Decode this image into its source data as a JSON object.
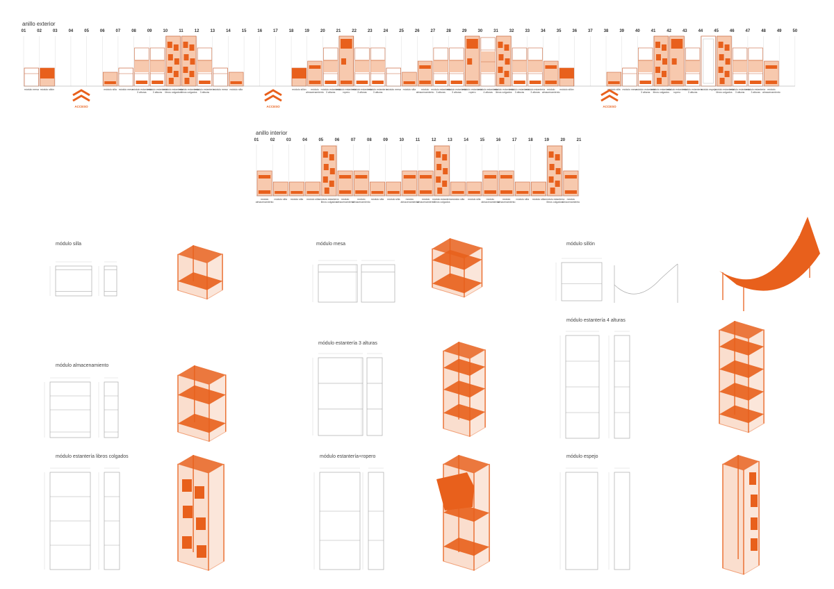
{
  "colors": {
    "accent": "#e8601c",
    "accent_light": "#f7c9ae",
    "line": "#999999",
    "ink": "#333333"
  },
  "outer": {
    "title": "anillo exterior",
    "numbers": [
      "01",
      "02",
      "03",
      "04",
      "05",
      "06",
      "07",
      "08",
      "09",
      "10",
      "11",
      "12",
      "13",
      "14",
      "15",
      "16",
      "17",
      "18",
      "19",
      "20",
      "21",
      "22",
      "23",
      "24",
      "25",
      "26",
      "27",
      "28",
      "29",
      "30",
      "31",
      "32",
      "33",
      "34",
      "35",
      "36",
      "37",
      "38",
      "39",
      "40",
      "41",
      "42",
      "43",
      "44",
      "45",
      "46",
      "47",
      "48",
      "49",
      "50"
    ],
    "access_label": "ACCESO",
    "module_labels": [
      {
        "col": 1,
        "text": "módulo mesa"
      },
      {
        "col": 2,
        "text": "módulo sillón"
      },
      {
        "col": 6,
        "text": "módulo silla"
      },
      {
        "col": 7,
        "text": "módulo mesa"
      },
      {
        "col": 8,
        "text": "módulo estantería 3 alturas"
      },
      {
        "col": 9,
        "text": "módulo estantería 3 alturas"
      },
      {
        "col": 10,
        "text": "módulo estantería libros colgados"
      },
      {
        "col": 11,
        "text": "módulo estantería libros colgados"
      },
      {
        "col": 12,
        "text": "módulo estantería 3 alturas"
      },
      {
        "col": 13,
        "text": "módulo mesa"
      },
      {
        "col": 14,
        "text": "módulo silla"
      },
      {
        "col": 18,
        "text": "módulo sillón"
      },
      {
        "col": 19,
        "text": "módulo almacenamiento"
      },
      {
        "col": 20,
        "text": "módulo estantería 3 alturas"
      },
      {
        "col": 21,
        "text": "módulo estantería ropero"
      },
      {
        "col": 22,
        "text": "módulo estantería 3 alturas"
      },
      {
        "col": 23,
        "text": "módulo estantería 3 alturas"
      },
      {
        "col": 24,
        "text": "módulo mesa"
      },
      {
        "col": 25,
        "text": "módulo silla"
      },
      {
        "col": 26,
        "text": "módulo almacenamiento"
      },
      {
        "col": 27,
        "text": "módulo estantería 3 alturas"
      },
      {
        "col": 28,
        "text": "módulo estantería 3 alturas"
      },
      {
        "col": 29,
        "text": "módulo estantería ropero"
      },
      {
        "col": 30,
        "text": "módulo estantería 4 alturas"
      },
      {
        "col": 31,
        "text": "módulo estantería libros colgados"
      },
      {
        "col": 32,
        "text": "módulo estantería 3 alturas"
      },
      {
        "col": 33,
        "text": "módulo estantería 3 alturas"
      },
      {
        "col": 34,
        "text": "módulo almacenamiento"
      },
      {
        "col": 35,
        "text": "módulo sillón"
      },
      {
        "col": 38,
        "text": "módulo silla"
      },
      {
        "col": 39,
        "text": "módulo mesa"
      },
      {
        "col": 40,
        "text": "módulo estantería 3 alturas"
      },
      {
        "col": 41,
        "text": "módulo estantería libros colgados"
      },
      {
        "col": 42,
        "text": "módulo estantería ropero"
      },
      {
        "col": 43,
        "text": "módulo estantería 3 alturas"
      },
      {
        "col": 44,
        "text": "módulo espejo"
      },
      {
        "col": 45,
        "text": "módulo estantería libros colgados"
      },
      {
        "col": 46,
        "text": "módulo estantería 3 alturas"
      },
      {
        "col": 47,
        "text": "módulo estantería 3 alturas"
      },
      {
        "col": 48,
        "text": "módulo almacenamiento"
      }
    ]
  },
  "inner": {
    "title": "anillo interior",
    "numbers": [
      "01",
      "02",
      "03",
      "04",
      "05",
      "06",
      "07",
      "08",
      "09",
      "10",
      "11",
      "12",
      "13",
      "14",
      "15",
      "16",
      "17",
      "18",
      "19",
      "20",
      "21"
    ],
    "module_labels": [
      {
        "col": 0,
        "text": "módulo almacenamiento"
      },
      {
        "col": 1,
        "text": "módulo silla"
      },
      {
        "col": 2,
        "text": "módulo silla"
      },
      {
        "col": 3,
        "text": "módulo silla"
      },
      {
        "col": 4,
        "text": "módulo estantería libros colgados"
      },
      {
        "col": 5,
        "text": "módulo almacenamiento"
      },
      {
        "col": 6,
        "text": "módulo almacenamiento"
      },
      {
        "col": 7,
        "text": "módulo silla"
      },
      {
        "col": 8,
        "text": "módulo silla"
      },
      {
        "col": 9,
        "text": "módulo almacenamiento"
      },
      {
        "col": 10,
        "text": "módulo almacenamiento"
      },
      {
        "col": 11,
        "text": "módulo estantería libros colgados"
      },
      {
        "col": 12,
        "text": "módulo silla"
      },
      {
        "col": 13,
        "text": "módulo silla"
      },
      {
        "col": 14,
        "text": "módulo almacenamiento"
      },
      {
        "col": 15,
        "text": "módulo almacenamiento"
      },
      {
        "col": 16,
        "text": "módulo silla"
      },
      {
        "col": 17,
        "text": "módulo silla"
      },
      {
        "col": 18,
        "text": "módulo estantería libros colgados"
      },
      {
        "col": 19,
        "text": "módulo almacenamiento"
      }
    ]
  },
  "modules": {
    "silla": "módulo silla",
    "mesa": "módulo mesa",
    "sillon": "módulo sillón",
    "almacenamiento": "módulo almacenamiento",
    "estanteria3": "módulo estantería 3 alturas",
    "estanteria4": "módulo estantería 4 alturas",
    "libros": "módulo estantería libros colgados",
    "ropero": "módulo estantería+ropero",
    "espejo": "módulo espejo"
  }
}
